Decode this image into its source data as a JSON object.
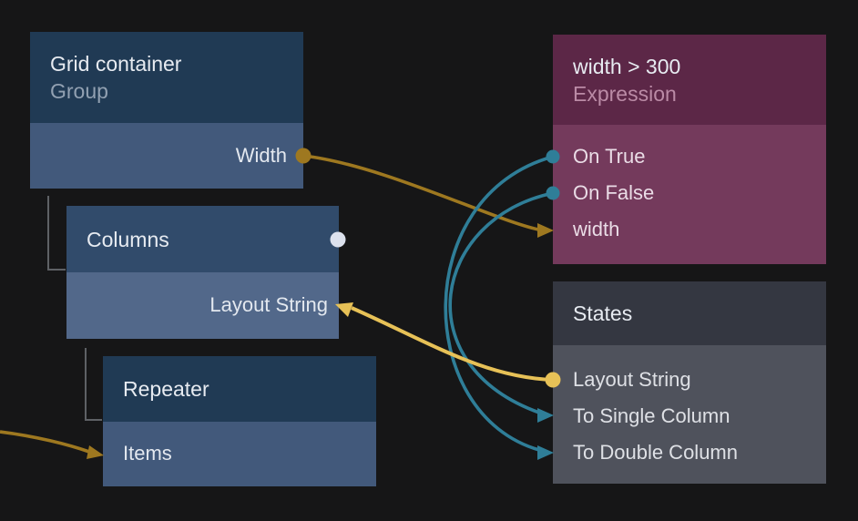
{
  "colors": {
    "background": "#161617",
    "wire_gold": "#9E7820",
    "wire_yellow": "#E7C157",
    "wire_teal": "#2F7E98",
    "unconnected_port_white": "#DCE1ED",
    "tree_line_gray": "#5E6165",
    "navy_header": "#203A54",
    "navy_body": "#42597B",
    "steel_header": "#314B6B",
    "steel_body": "#52688A",
    "purple_header": "#5C2747",
    "purple_body": "#743A5C",
    "gray_header": "#343741",
    "gray_body": "#4F525C"
  },
  "nodes": {
    "grid_container": {
      "title": "Grid container",
      "subtitle": "Group",
      "ports": [
        {
          "label": "Width",
          "connector": "output-dot"
        }
      ]
    },
    "columns": {
      "title": "Columns",
      "ports": [
        {
          "label": "Layout String",
          "connector": "input-arrow"
        }
      ],
      "header_port": {
        "connector": "unconnected-dot"
      }
    },
    "repeater": {
      "title": "Repeater",
      "ports": [
        {
          "label": "Items",
          "connector": "input-arrow"
        }
      ]
    },
    "expression": {
      "title": "width > 300",
      "subtitle": "Expression",
      "ports": [
        {
          "label": "On True",
          "connector": "output-dot"
        },
        {
          "label": "On False",
          "connector": "output-dot"
        },
        {
          "label": "width",
          "connector": "input-arrow"
        }
      ]
    },
    "states": {
      "title": "States",
      "ports": [
        {
          "label": "Layout String",
          "connector": "output-dot"
        },
        {
          "label": "To Single Column",
          "connector": "input-arrow"
        },
        {
          "label": "To Double Column",
          "connector": "input-arrow"
        }
      ]
    }
  },
  "connections": [
    {
      "from": "Grid container.Width",
      "to": "width > 300.width",
      "color": "#9E7820"
    },
    {
      "from": "width > 300.On True",
      "to": "States.To Double Column",
      "color": "#2F7E98"
    },
    {
      "from": "width > 300.On False",
      "to": "States.To Single Column",
      "color": "#2F7E98"
    },
    {
      "from": "States.Layout String",
      "to": "Columns.Layout String",
      "color": "#E7C157"
    },
    {
      "from": "offscreen-left",
      "to": "Repeater.Items",
      "color": "#9E7820"
    }
  ]
}
